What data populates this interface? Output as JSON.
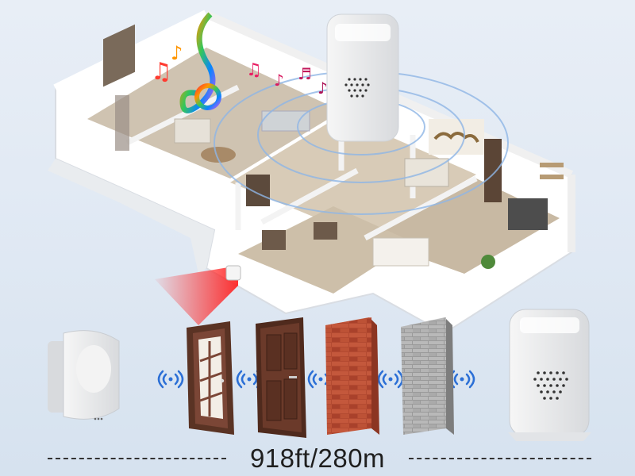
{
  "range_label": "918ft/280m",
  "colors": {
    "background": "#e3eaf4",
    "signal": "#2b6fd6",
    "pir_beam": "#ff2a2a",
    "wall_brick": "#b5472f",
    "wall_concrete": "#a8a8a8",
    "door_wood": "#6b3a2a"
  },
  "icons": [
    "music-note-icon",
    "wifi-signal-icon"
  ],
  "obstacles": [
    "glass-door",
    "wooden-door",
    "brick-wall",
    "concrete-wall"
  ]
}
